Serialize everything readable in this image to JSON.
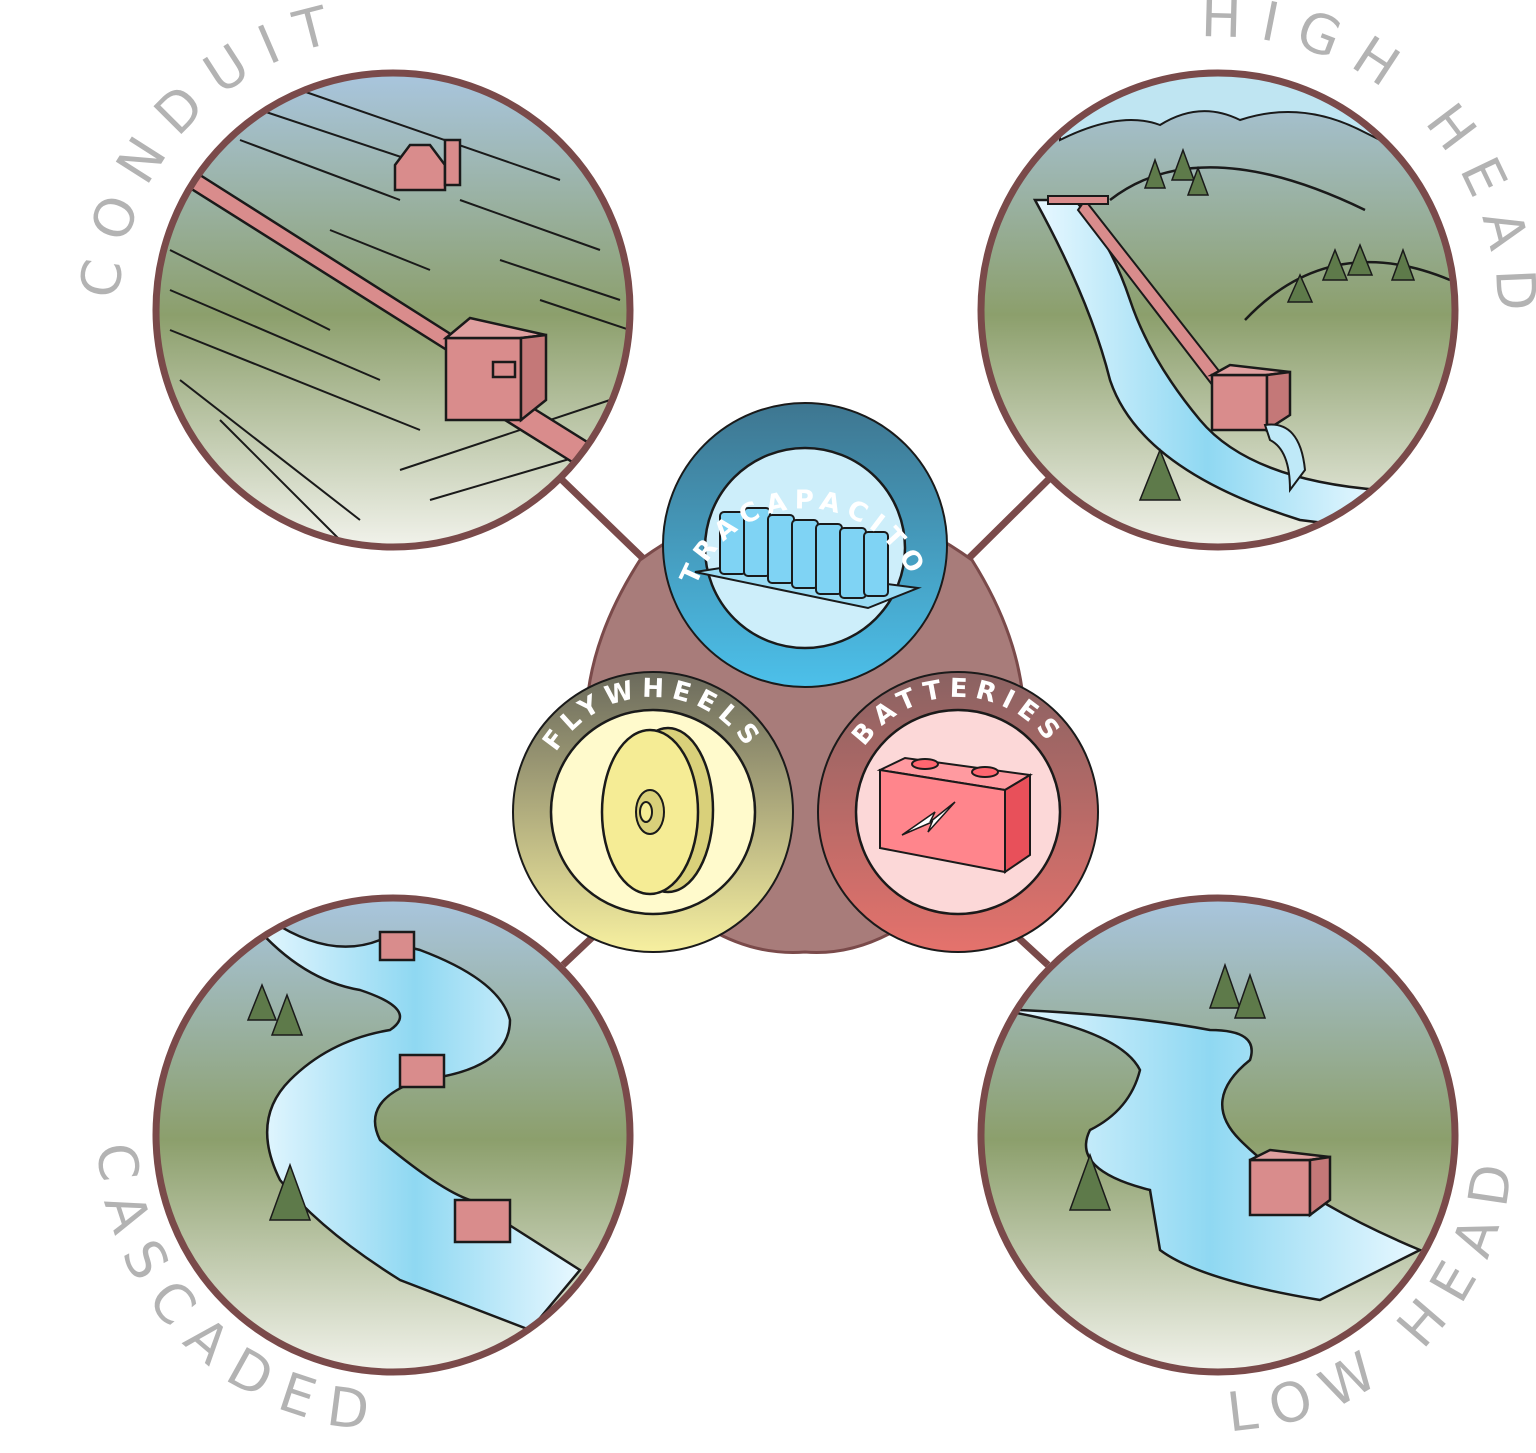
{
  "diagram": {
    "scenes": [
      {
        "id": "conduit",
        "label": "CONDUIT",
        "icon": "conduit-pipe-scene-icon"
      },
      {
        "id": "high-head",
        "label": "HIGH HEAD",
        "icon": "high-head-dam-scene-icon"
      },
      {
        "id": "cascaded",
        "label": "CASCADED",
        "icon": "cascaded-river-scene-icon"
      },
      {
        "id": "low-head",
        "label": "LOW HEAD",
        "icon": "low-head-river-scene-icon"
      }
    ],
    "storage": [
      {
        "id": "ultracapacitors",
        "label": "ULTRACAPACITORS",
        "icon": "ultracapacitor-icon"
      },
      {
        "id": "flywheels",
        "label": "FLYWHEELS",
        "icon": "flywheel-icon"
      },
      {
        "id": "batteries",
        "label": "BATTERIES",
        "icon": "battery-icon"
      }
    ]
  },
  "colors": {
    "ring": "#7a4a4a",
    "hub": "#a87c7a",
    "label_gray": "#b3b3b3",
    "ultracapacitors": "#4ab8e0",
    "flywheels": "#f5ef9e",
    "batteries": "#e07070",
    "water": "#bfe9f8"
  }
}
